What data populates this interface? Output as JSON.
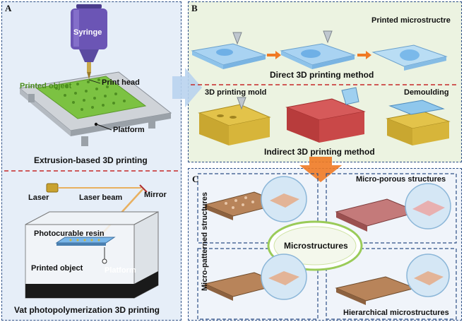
{
  "panel_a": {
    "letter": "A",
    "syringe": "Syringe",
    "print_head": "Print head",
    "printed_object": "Printed object",
    "platform": "Platform",
    "caption_top": "Extrusion-based 3D printing",
    "laser": "Laser",
    "laser_beam": "Laser beam",
    "mirror": "Mirror",
    "resin": "Photocurable resin",
    "printed_object_2": "Printed object",
    "platform_2": "Platform",
    "caption_bottom": "Vat photopolymerization 3D printing"
  },
  "panel_b": {
    "letter": "B",
    "printed_microstructure": "Printed microstructre",
    "direct_method": "Direct 3D printing method",
    "printing_mold": "3D printing mold",
    "demoulding": "Demoulding",
    "indirect_method": "Indirect 3D printing method"
  },
  "panel_c": {
    "letter": "C",
    "micro_porous": "Micro-porous structures",
    "micro_patterned": "Micro-patterned structures",
    "center": "Microstructures",
    "hierarchical": "Hierarchical  microstructures"
  },
  "colors": {
    "frame": "#2d4f86",
    "divider": "#c62828",
    "panel_a_bg": "#e6eef8",
    "panel_b_bg": "#dde8c8",
    "panel_c_bg": "#eef2f8",
    "arrow_orange": "#f07a24",
    "printed_green": "#7cc242",
    "resin_blue": "#79b6e8"
  }
}
